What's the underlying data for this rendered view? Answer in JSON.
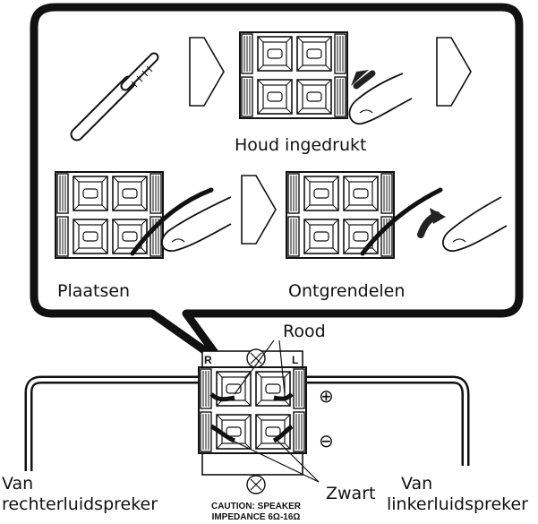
{
  "labels": {
    "hold": "Houd ingedrukt",
    "insert": "Plaatsen",
    "release": "Ontgrendelen",
    "red": "Rood",
    "black": "Zwart",
    "from_right_1": "Van",
    "from_right_2": "rechterluidspreker",
    "from_left_1": "Van",
    "from_left_2": "linkerluidspreker",
    "ch_r": "R",
    "ch_l": "L",
    "plus": "⊕",
    "minus": "⊖",
    "caution_1": "CAUTION: SPEAKER",
    "caution_2": "IMPEDANCE 6Ω-16Ω"
  },
  "colors": {
    "ink": "#111111",
    "panel": "#ffffff"
  }
}
